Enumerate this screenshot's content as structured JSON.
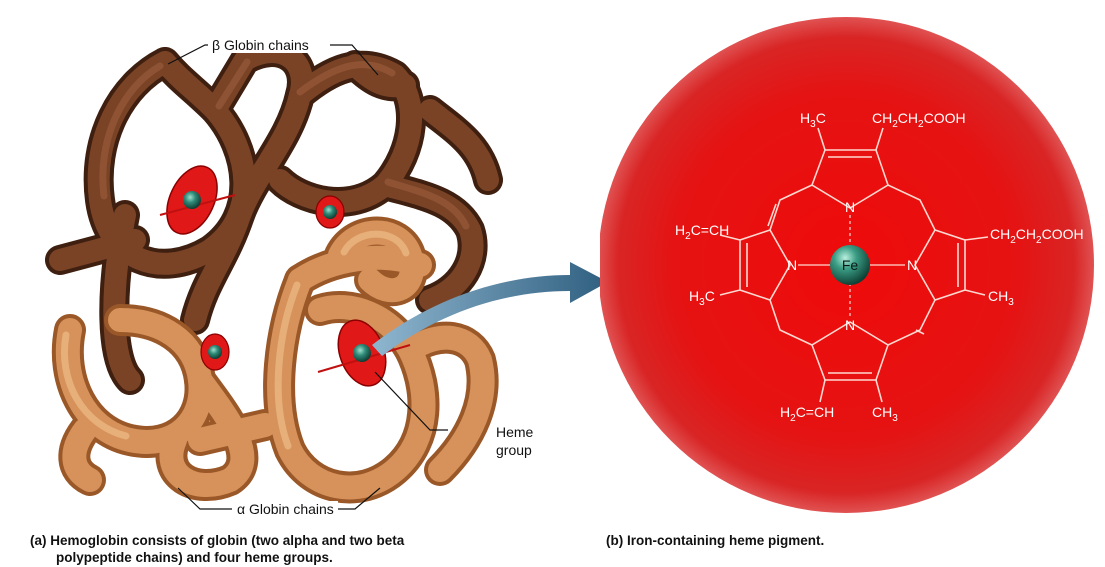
{
  "panel_a": {
    "beta_label": "β Globin chains",
    "alpha_label": "α Globin chains",
    "heme_label_line1": "Heme",
    "heme_label_line2": "group",
    "caption_line1": "(a) Hemoglobin consists of globin (two alpha and two beta",
    "caption_line2": "polypeptide chains) and four heme groups."
  },
  "panel_b": {
    "caption": "(b) Iron-containing heme pigment.",
    "center_atom": "Fe",
    "nitrogen": "N",
    "groups": {
      "top_left": "H3C",
      "top_right": "CH2CH2COOH",
      "left_upper": "H2C=CH",
      "left_lower": "H3C",
      "right_upper": "CH2CH2COOH",
      "right_lower": "CH3",
      "bottom_left": "H2C=CH",
      "bottom_right": "CH3"
    }
  },
  "colors": {
    "dark_globin": "#6b3a22",
    "light_globin": "#d08a52",
    "heme_red": "#e01818",
    "iron": "#2e8a78",
    "arrow": "#3e6b8a"
  }
}
